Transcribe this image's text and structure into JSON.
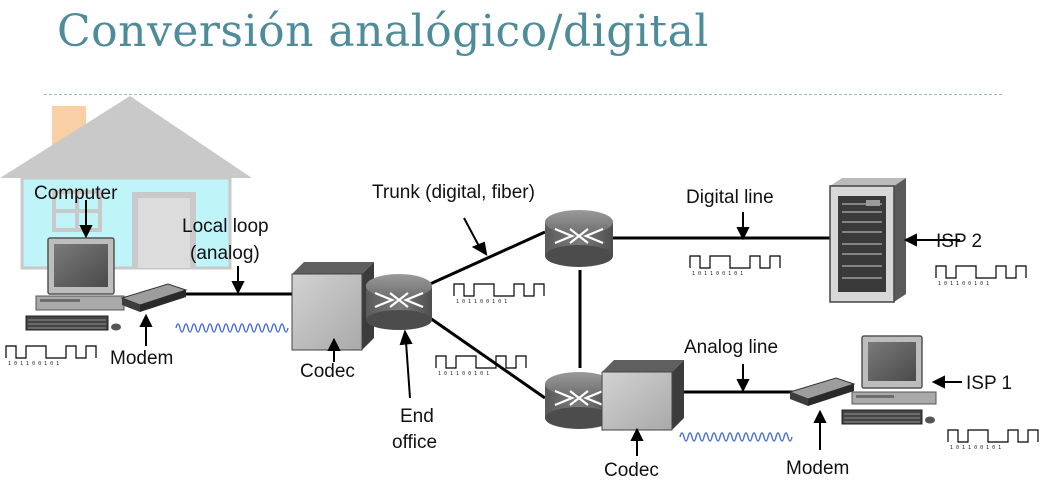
{
  "title": "Conversión analógico/digital",
  "labels": {
    "computer": "Computer",
    "modem_left": "Modem",
    "local_loop_1": "Local loop",
    "local_loop_2": "(analog)",
    "codec_left": "Codec",
    "trunk": "Trunk (digital, fiber)",
    "end_office_1": "End",
    "end_office_2": "office",
    "digital_line": "Digital line",
    "isp2": "ISP 2",
    "analog_line": "Analog line",
    "isp1": "ISP 1",
    "codec_bottom": "Codec",
    "modem_right": "Modem"
  },
  "bit_strings": {
    "computer": "1 0 1 1 0 0 1 0 1",
    "trunk": "1 0 1 1 0 0 1 0 1",
    "end_office_link": "1 0 1 1 0 0 1 0 1",
    "digital_line": "1 0 1 1 0 0 1 0 1",
    "isp2": "1 0 1 1 0 0 1 0 1",
    "isp1": "1 0 1 1 0 0 1 0 1"
  },
  "colors": {
    "title": "#4f8c99",
    "house": "#c8c8c8",
    "house_window": "#bff4f8",
    "chimney": "#f9d0a6",
    "wave": "#4a6fd8",
    "device": "#8a8a8a"
  }
}
